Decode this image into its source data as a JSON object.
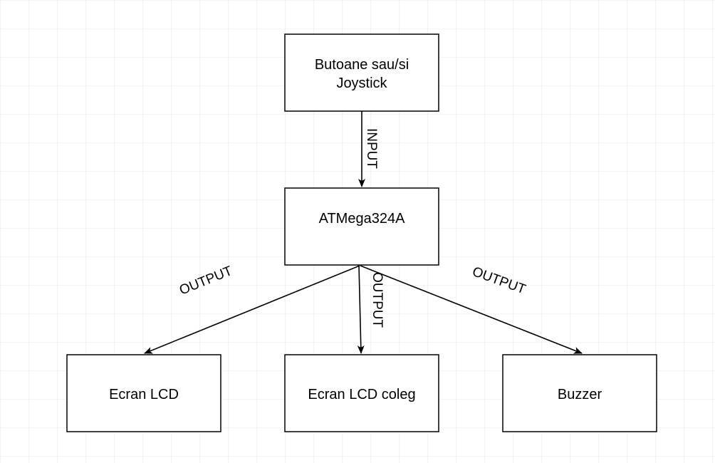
{
  "diagram": {
    "nodes": {
      "input": {
        "lines": [
          "Butoane sau/si",
          "Joystick"
        ]
      },
      "mcu": {
        "lines": [
          "ATMega324A"
        ]
      },
      "lcd": {
        "lines": [
          "Ecran LCD"
        ]
      },
      "lcd_coleg": {
        "lines": [
          "Ecran LCD coleg"
        ]
      },
      "buzzer": {
        "lines": [
          "Buzzer"
        ]
      }
    },
    "edges": {
      "input_to_mcu": {
        "from": "input",
        "to": "mcu",
        "label": "INPUT"
      },
      "mcu_to_lcd": {
        "from": "mcu",
        "to": "lcd",
        "label": "OUTPUT"
      },
      "mcu_to_lcd_coleg": {
        "from": "mcu",
        "to": "lcd_coleg",
        "label": "OUTPUT"
      },
      "mcu_to_buzzer": {
        "from": "mcu",
        "to": "buzzer",
        "label": "OUTPUT"
      }
    },
    "colors": {
      "stroke": "#000000",
      "fill": "#ffffff",
      "grid": "#e6e6e6"
    }
  }
}
